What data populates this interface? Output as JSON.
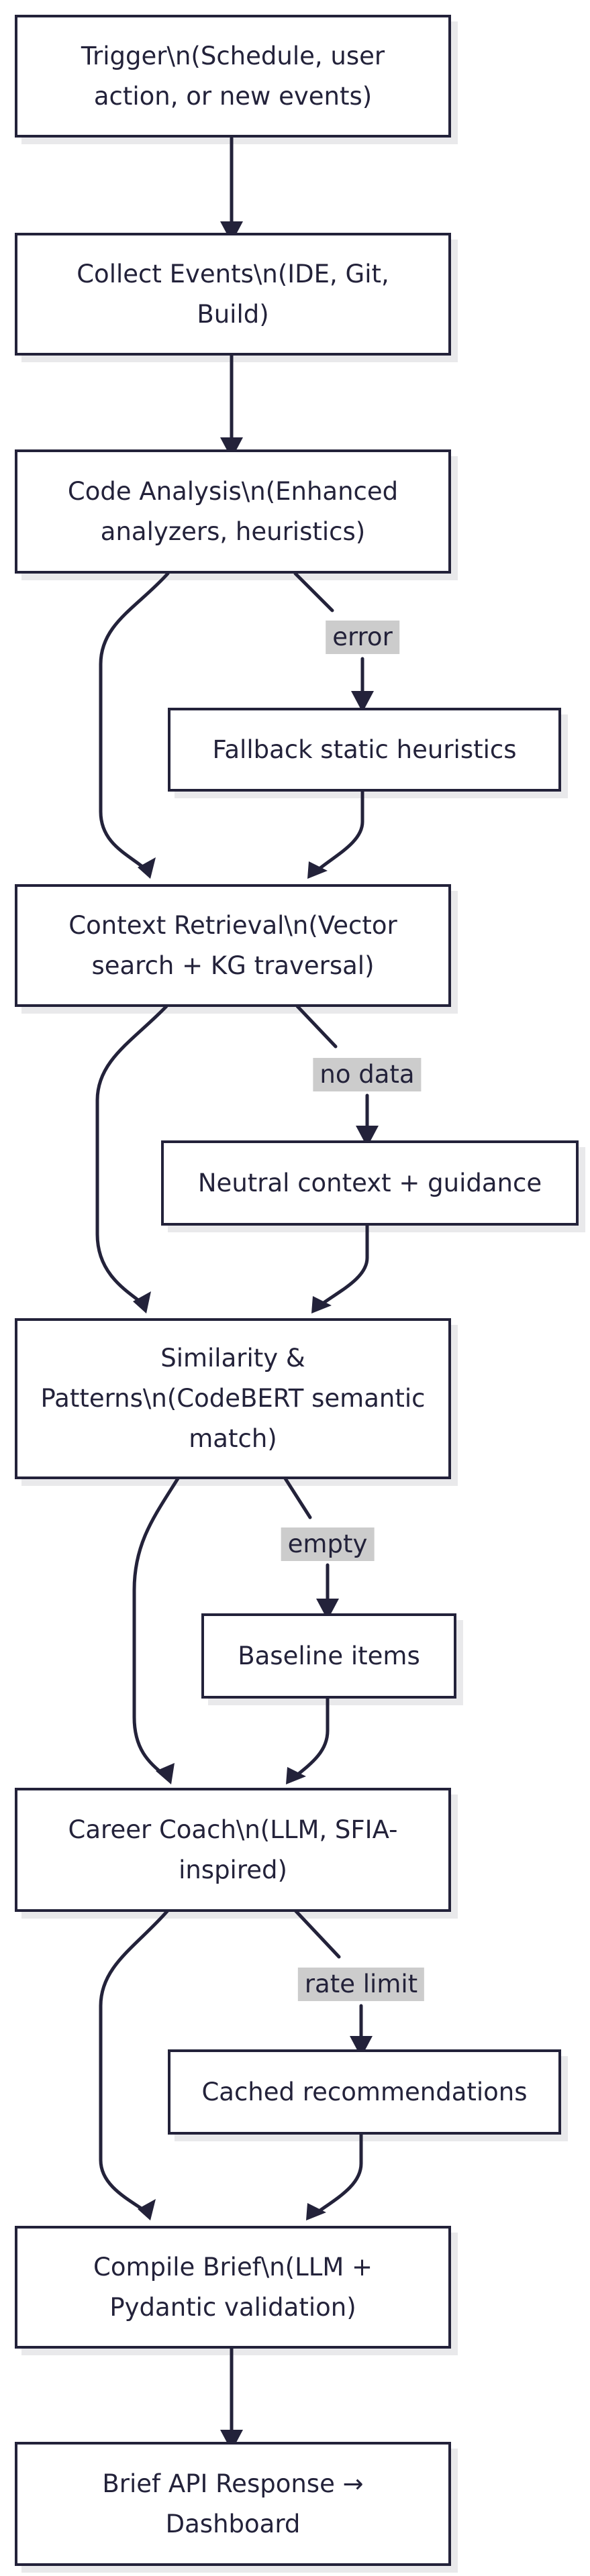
{
  "nodes": {
    "trigger": "Trigger\\n(Schedule, user action, or new events)",
    "collect": "Collect Events\\n(IDE, Git, Build)",
    "code_analysis": "Code Analysis\\n(Enhanced analyzers, heuristics)",
    "fallback_heuristics": "Fallback static heuristics",
    "context_retrieval": "Context Retrieval\\n(Vector search + KG traversal)",
    "neutral_context": "Neutral context + guidance",
    "similarity": "Similarity & Patterns\\n(CodeBERT semantic match)",
    "baseline_items": "Baseline items",
    "career_coach": "Career Coach\\n(LLM, SFIA-inspired)",
    "cached_recs": "Cached recommendations",
    "compile_brief": "Compile Brief\\n(LLM + Pydantic validation)",
    "api_response": "Brief API Response → Dashboard"
  },
  "edge_labels": {
    "error": "error",
    "no_data": "no data",
    "empty": "empty",
    "rate_limit": "rate limit"
  },
  "colors": {
    "stroke": "#23223a",
    "node_fill": "#ffffff",
    "label_background": "#cccccc"
  }
}
